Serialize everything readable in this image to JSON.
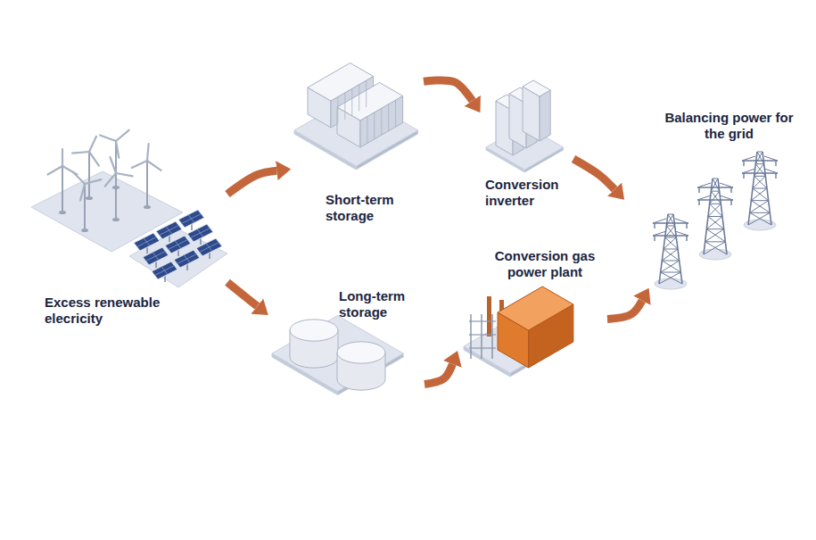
{
  "diagram": {
    "nodes": [
      {
        "text": [
          "Excess renewable elecricity"
        ]
      },
      {
        "text": [
          "Short-term storage"
        ]
      },
      {
        "text": [
          "Long-term storage"
        ]
      },
      {
        "text": [
          "Conversion inverter"
        ]
      },
      {
        "text": [
          "Conversion gas power plant"
        ]
      },
      {
        "text": [
          "Balancing power for the grid"
        ]
      }
    ],
    "edges": [
      {
        "from": 0,
        "to": 1,
        "arrow": "to"
      },
      {
        "from": 0,
        "to": 2,
        "arrow": "to"
      },
      {
        "from": 1,
        "to": 3,
        "arrow": "to"
      },
      {
        "from": 2,
        "to": 4,
        "arrow": "to"
      },
      {
        "from": 3,
        "to": 5,
        "arrow": "to"
      },
      {
        "from": 4,
        "to": 5,
        "arrow": "to"
      }
    ]
  }
}
